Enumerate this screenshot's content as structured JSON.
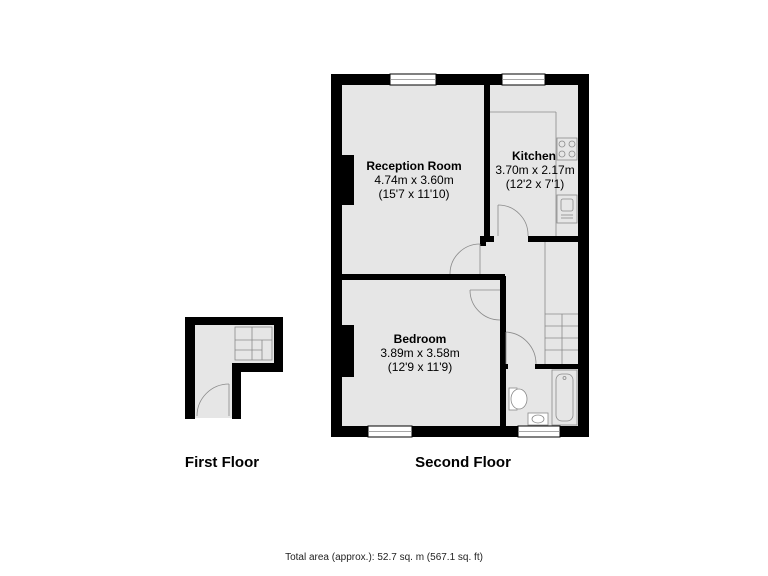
{
  "colors": {
    "wall": "#000000",
    "floor": "#e6e6e6",
    "window_glass": "#ffffff",
    "fixture_stroke": "#8a8a8a",
    "background": "#ffffff"
  },
  "rooms": [
    {
      "name": "Reception Room",
      "dim_m": "4.74m x 3.60m",
      "dim_ft": "(15'7 x 11'10)"
    },
    {
      "name": "Kitchen",
      "dim_m": "3.70m x 2.17m",
      "dim_ft": "(12'2 x 7'1)"
    },
    {
      "name": "Bedroom",
      "dim_m": "3.89m x 3.58m",
      "dim_ft": "(12'9 x 11'9)"
    }
  ],
  "floors": {
    "first": "First Floor",
    "second": "Second Floor"
  },
  "total_area": "Total area (approx.): 52.7 sq. m (567.1 sq. ft)",
  "icons": [
    "door-swing-icon",
    "stairs-icon",
    "hob-icon",
    "sink-icon",
    "toilet-icon",
    "bathtub-icon",
    "basin-icon",
    "window-icon"
  ]
}
